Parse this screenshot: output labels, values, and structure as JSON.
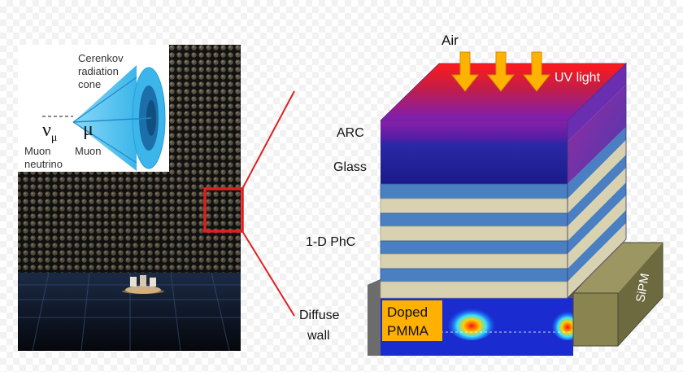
{
  "inset": {
    "cone_label_line1": "Cerenkov",
    "cone_label_line2": "radiation",
    "cone_label_line3": "cone",
    "nu_symbol": "ν",
    "nu_subscript": "μ",
    "mu_symbol": "μ",
    "neutrino_label_line1": "Muon",
    "neutrino_label_line2": "neutrino",
    "muon_label": "Muon"
  },
  "stack": {
    "air": "Air",
    "uv_light": "UV light",
    "arc": "ARC",
    "glass": "Glass",
    "phc": "1-D PhC",
    "diffuse_line1": "Diffuse",
    "diffuse_line2": "wall",
    "pmma_line1": "Doped",
    "pmma_line2": "PMMA",
    "sipm": "SiPM"
  },
  "colors": {
    "cone": "#4fc3f7",
    "pmt_wall": "#1a1a1a",
    "highlight": "#e02020",
    "arrow": "#ffb300",
    "layer_beige": "#d9d2b0",
    "layer_blue": "#4a7fc1",
    "glass": "#23239a",
    "arc": "#5c1fa6",
    "sipm": "#8a8450",
    "pmma_label": "#ffb000"
  }
}
